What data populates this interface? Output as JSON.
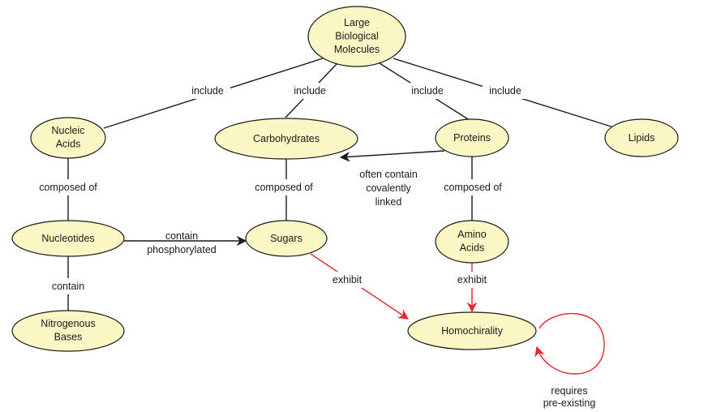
{
  "colors": {
    "node_fill": "#fbf7c4",
    "node_stroke": "#1a1a1a",
    "link_black": "#1a1a1a",
    "link_red": "#e8262b",
    "background": "#ffffff"
  },
  "nodes": {
    "large_biological_molecules": [
      "Large",
      "Biological",
      "Molecules"
    ],
    "nucleic_acids": [
      "Nucleic",
      "Acids"
    ],
    "carbohydrates": [
      "Carbohydrates"
    ],
    "proteins": [
      "Proteins"
    ],
    "lipids": [
      "Lipids"
    ],
    "nucleotides": [
      "Nucleotides"
    ],
    "sugars": [
      "Sugars"
    ],
    "amino_acids": [
      "Amino",
      "Acids"
    ],
    "nitrogenous_bases": [
      "Nitrogenous",
      "Bases"
    ],
    "homochirality": [
      "Homochirality"
    ]
  },
  "links": {
    "include_nucleic": [
      "include"
    ],
    "include_carbohydrates": [
      "include"
    ],
    "include_proteins": [
      "include"
    ],
    "include_lipids": [
      "include"
    ],
    "nucleic_composed_of": [
      "composed of"
    ],
    "carbohydrates_composed_of": [
      "composed of"
    ],
    "proteins_composed_of": [
      "composed of"
    ],
    "often_contain_covalently_linked": [
      "often contain",
      "covalently",
      "linked"
    ],
    "contain_phosphorylated": [
      "contain",
      "phosphorylated"
    ],
    "nucleotides_contain": [
      "contain"
    ],
    "sugars_exhibit": [
      "exhibit"
    ],
    "amino_exhibit": [
      "exhibit"
    ],
    "requires_pre_existing": [
      "requires",
      "pre-existing"
    ]
  }
}
